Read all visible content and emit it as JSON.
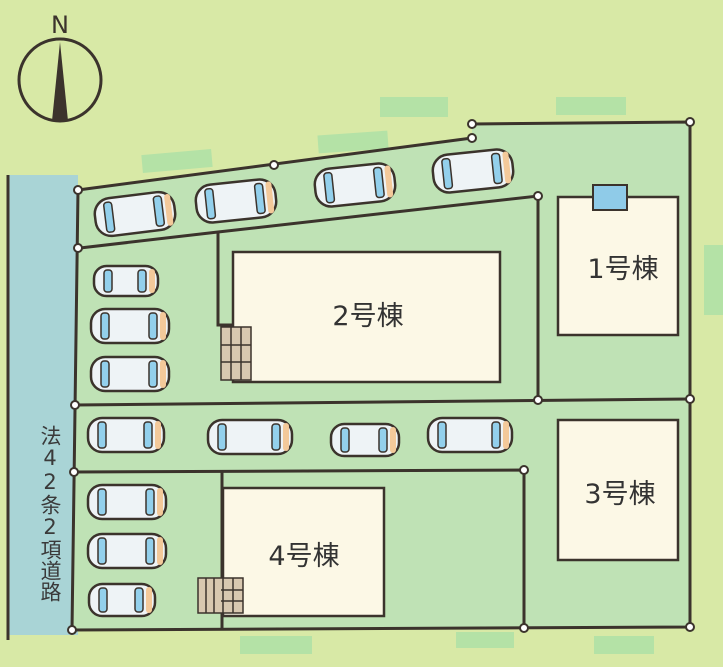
{
  "compass": {
    "label": "N"
  },
  "buildings": [
    {
      "label": "1号棟"
    },
    {
      "label": "2号棟"
    },
    {
      "label": "3号棟"
    },
    {
      "label": "4号棟"
    }
  ],
  "road": {
    "label": "法42条2項道路"
  },
  "colors": {
    "background": "#d8e9a6",
    "lot": "#bfe2b5",
    "road": "#a9d4d6",
    "building": "#fcf8e6",
    "line": "#3b332c"
  }
}
